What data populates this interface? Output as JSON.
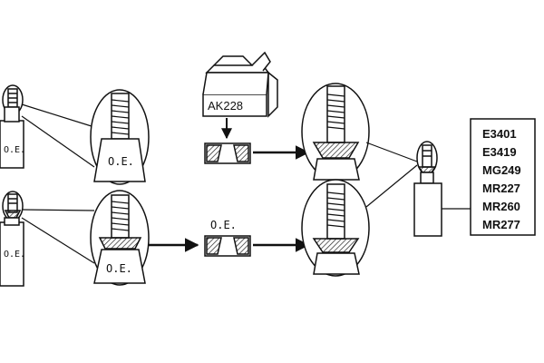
{
  "diagram": {
    "oe_label": "O.E.",
    "box_label": "AK228",
    "part_numbers": [
      "E3401",
      "E3419",
      "MG249",
      "MR227",
      "MR260",
      "MR277"
    ]
  },
  "colors": {
    "line": "#111111",
    "fill": "#ffffff",
    "hatch": "#222222"
  }
}
